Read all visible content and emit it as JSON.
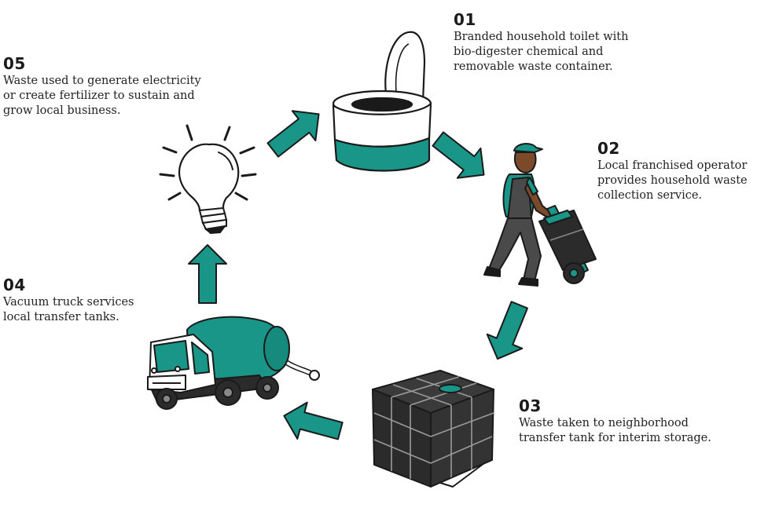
{
  "colors": {
    "accent": "#199688",
    "ink": "#1a1a1a",
    "dark_fill": "#2b2b2b",
    "skin": "#7a4a2a",
    "uniform": "#555555"
  },
  "steps": [
    {
      "number": "01",
      "lines": [
        "Branded household toilet with",
        "bio-digester chemical and",
        "removable waste container."
      ],
      "icon": "toilet-icon"
    },
    {
      "number": "02",
      "lines": [
        "Local franchised operator",
        "provides household waste",
        "collection service."
      ],
      "icon": "operator-handtruck-icon"
    },
    {
      "number": "03",
      "lines": [
        "Waste taken to neighborhood",
        "transfer tank for interim storage."
      ],
      "icon": "transfer-tank-icon"
    },
    {
      "number": "04",
      "lines": [
        "Vacuum truck services",
        "local transfer tanks."
      ],
      "icon": "vacuum-truck-icon"
    },
    {
      "number": "05",
      "lines": [
        "Waste used to generate electricity",
        "or create fertilizer to sustain and",
        "grow local business."
      ],
      "icon": "light-bulb-icon"
    }
  ]
}
